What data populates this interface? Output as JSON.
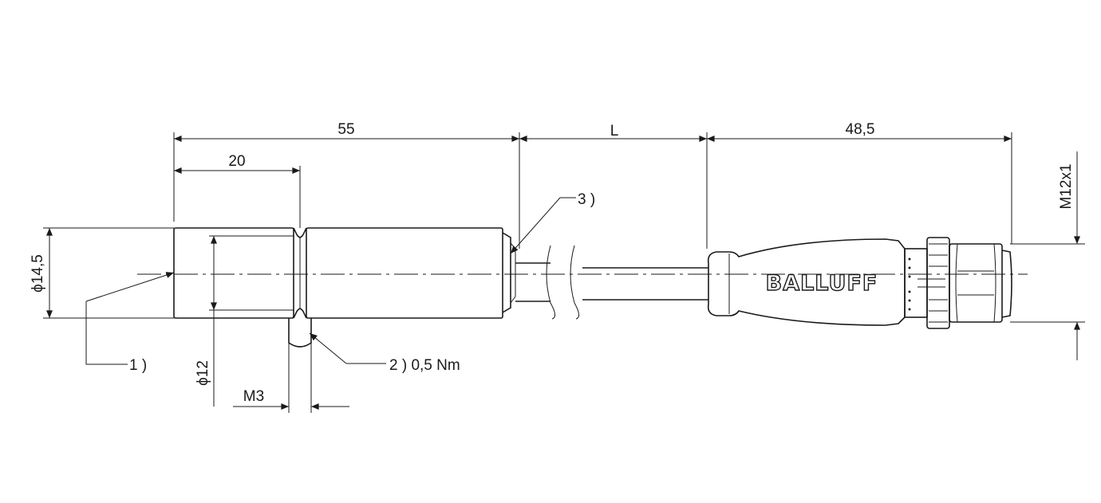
{
  "dimensions": {
    "body_length": "55",
    "cable_length": "L",
    "connector_length": "48,5",
    "groove_position": "20",
    "body_diameter": "ϕ14,5",
    "thread_diameter": "ϕ12",
    "screw_size": "M3",
    "connector_thread": "M12x1"
  },
  "callouts": {
    "one": "1 )",
    "two": "2 ) 0,5 Nm",
    "three": "3 )"
  },
  "brand": "BALLUFF"
}
